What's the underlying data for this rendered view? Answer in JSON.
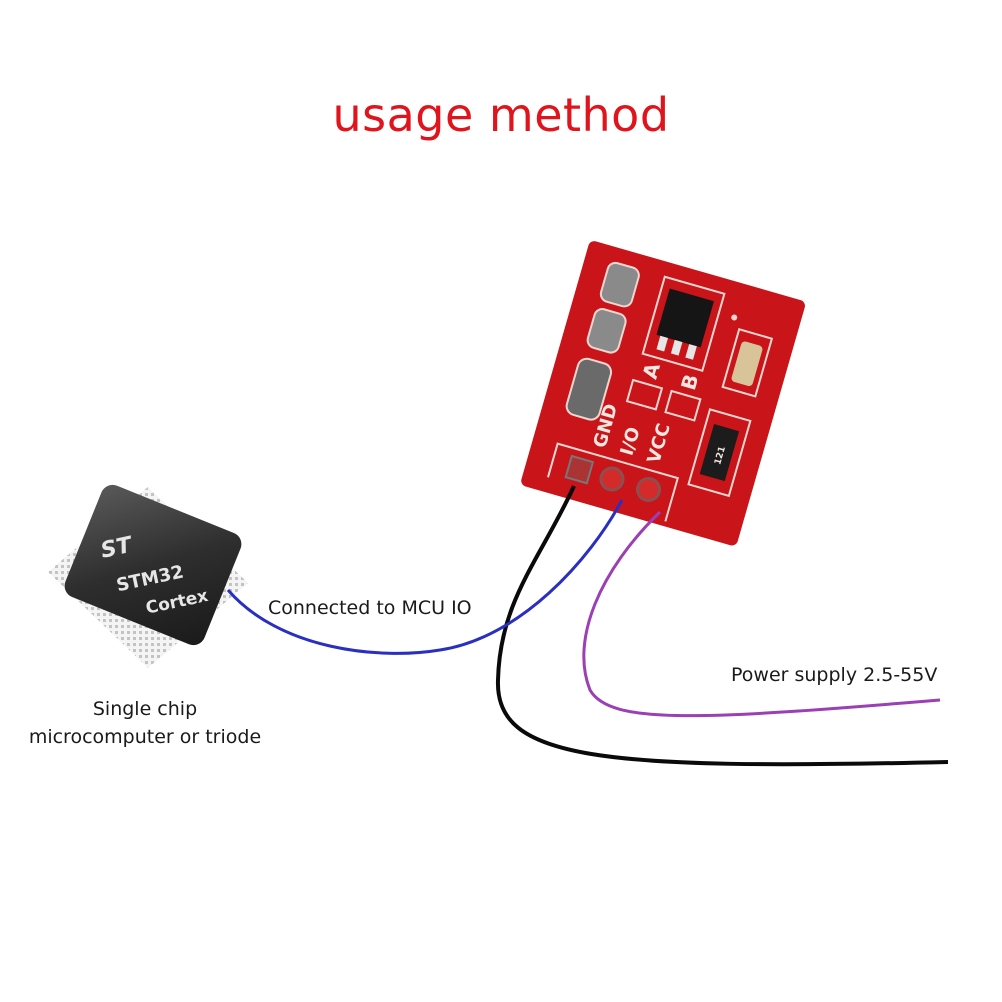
{
  "title": "usage method",
  "labels": {
    "mcu_line1": "Single chip",
    "mcu_line2": "microcomputer or triode",
    "io_connection": "Connected to MCU IO",
    "power_supply": "Power supply 2.5-55V"
  },
  "touch_module": {
    "pin_labels": [
      "GND",
      "I/O",
      "VCC"
    ],
    "jumper_labels": [
      "A",
      "B"
    ],
    "resistor_marking": "121"
  },
  "mcu_chip": {
    "brand_logo": "ST",
    "model": "STM32",
    "core": "Cortex"
  },
  "wires": [
    {
      "name": "ground-wire",
      "color": "#0a0a0a",
      "pin": "GND"
    },
    {
      "name": "io-wire",
      "color": "#2b2fc0",
      "pin": "I/O"
    },
    {
      "name": "vcc-wire",
      "color": "#9b3fb5",
      "pin": "VCC"
    }
  ],
  "colors": {
    "title": "#e0141c",
    "pcb": "#c9141a",
    "chip": "#2e2e2e"
  }
}
